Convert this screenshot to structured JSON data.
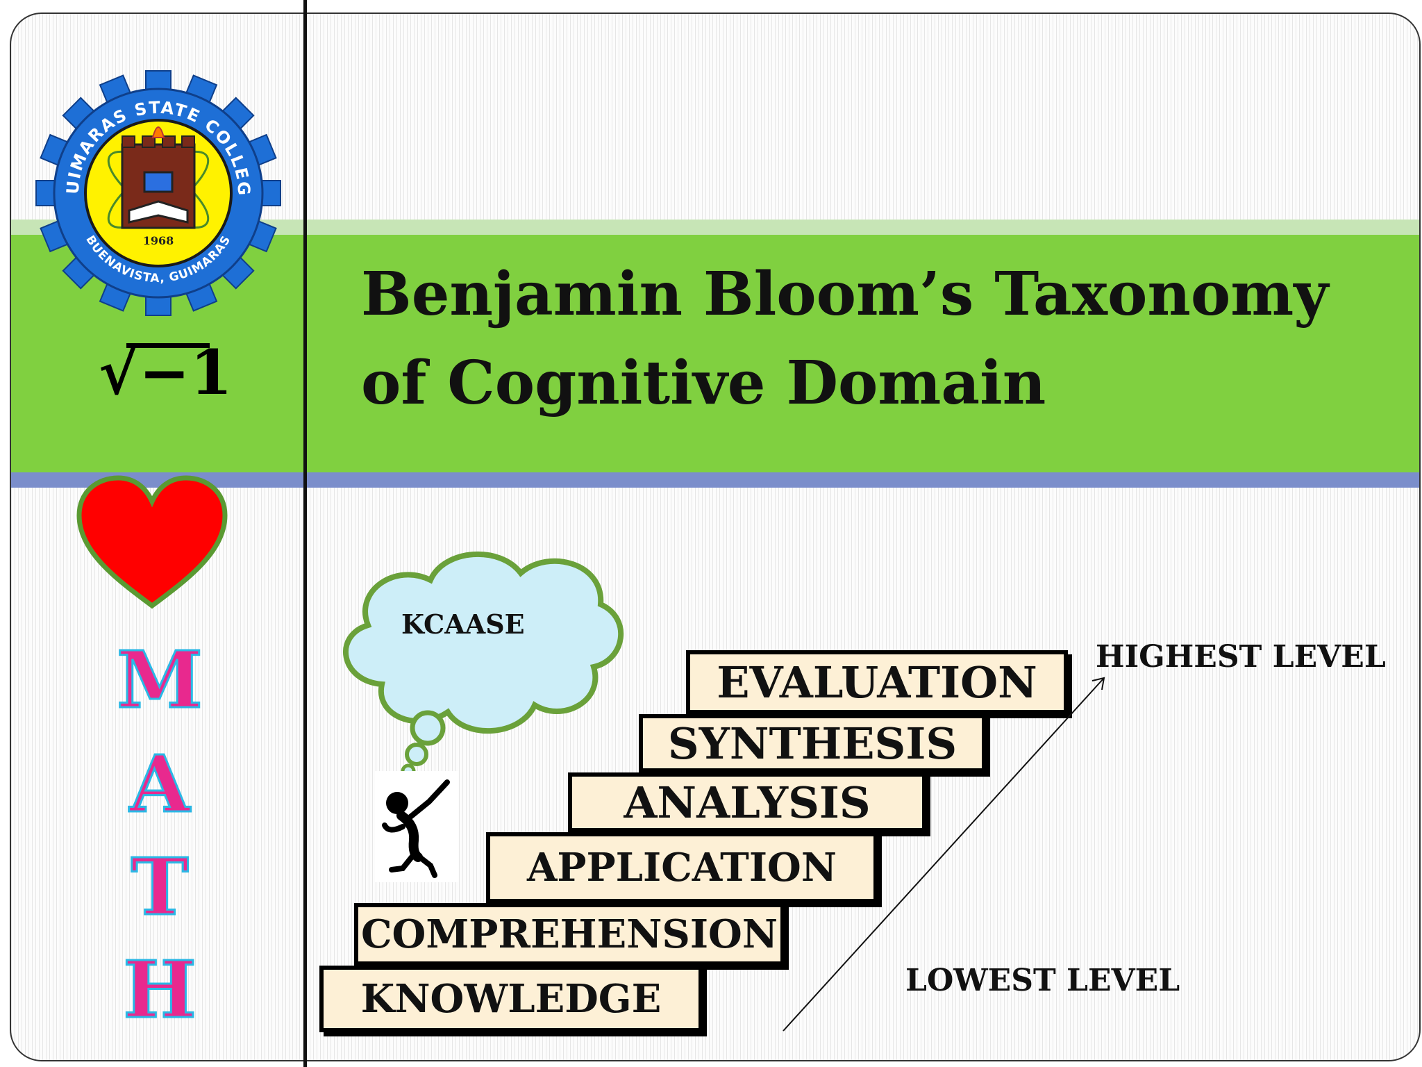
{
  "slide": {
    "title": "Benjamin Bloom’s Taxonomy\nof  Cognitive Domain",
    "colors": {
      "green_band": "#80d040",
      "light_green_band": "#c7e5b6",
      "blue_band": "#7b8ecb",
      "step_fill": "#fdf0d6",
      "heart": "#ff0000",
      "heart_outline": "#5a9a32",
      "cloud_fill": "#cdeef8",
      "cloud_outline": "#6aa13a",
      "math_letters": "#e8298e",
      "seal_blue": "#1e6fd6",
      "seal_yellow": "#fff200"
    }
  },
  "sidebar": {
    "seal": {
      "top_text": "GUIMARAS STATE COLLEGE",
      "bottom_text": "BUENAVISTA, GUIMARAS",
      "year": "1968"
    },
    "sqrt_symbol": "√",
    "sqrt_value": "−1",
    "heart_icon": "heart-icon",
    "math_letters": [
      "M",
      "A",
      "T",
      "H"
    ]
  },
  "diagram": {
    "cloud_text": "KCAASE",
    "steps": [
      "KNOWLEDGE",
      "COMPREHENSION",
      "APPLICATION",
      "ANALYSIS",
      "SYNTHESIS",
      "EVALUATION"
    ],
    "highest_label": "HIGHEST LEVEL",
    "lowest_label": "LOWEST LEVEL",
    "figure_icon": "pointing-stick-figure-icon"
  }
}
